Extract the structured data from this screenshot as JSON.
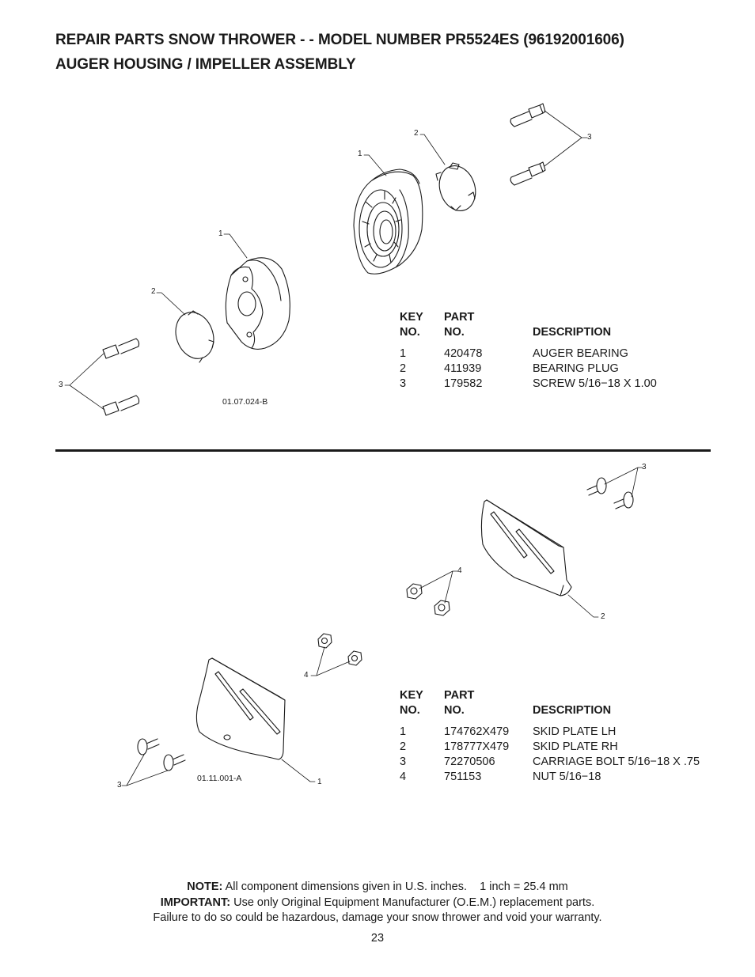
{
  "header": {
    "line1": "REPAIR PARTS  SNOW THROWER - - MODEL NUMBER  PR5524ES (96192001606)",
    "line2": "AUGER HOUSING / IMPELLER ASSEMBLY"
  },
  "figure_top": {
    "figure_id": "01.07.024-B",
    "callouts": [
      "1",
      "2",
      "3",
      "1",
      "2",
      "3"
    ]
  },
  "figure_bottom": {
    "figure_id": "01.11.001-A",
    "callouts": [
      "3",
      "4",
      "2",
      "4",
      "3",
      "1"
    ]
  },
  "table_headers": {
    "key": "KEY",
    "no": "NO.",
    "part": "PART",
    "part_no": "NO.",
    "description": "DESCRIPTION"
  },
  "parts_top": [
    {
      "key": "1",
      "part": "420478",
      "description": "AUGER BEARING"
    },
    {
      "key": "2",
      "part": "411939",
      "description": "BEARING PLUG"
    },
    {
      "key": "3",
      "part": "179582",
      "description": "SCREW 5/16−18 X 1.00"
    }
  ],
  "parts_bottom": [
    {
      "key": "1",
      "part": "174762X479",
      "description": "SKID PLATE LH"
    },
    {
      "key": "2",
      "part": "178777X479",
      "description": "SKID PLATE RH"
    },
    {
      "key": "3",
      "part": "72270506",
      "description": "CARRIAGE BOLT 5/16−18 X .75"
    },
    {
      "key": "4",
      "part": "751153",
      "description": "NUT 5/16−18"
    }
  ],
  "footer": {
    "note_label": "NOTE:",
    "note_text": "All component dimensions given in U.S. inches.    1 inch = 25.4 mm",
    "important_label": "IMPORTANT:",
    "important_text": "Use only Original Equipment Manufacturer (O.E.M.) replacement parts.",
    "warning_text": "Failure to do so could be hazardous, damage your snow thrower and void your warranty.",
    "page_number": "23"
  }
}
